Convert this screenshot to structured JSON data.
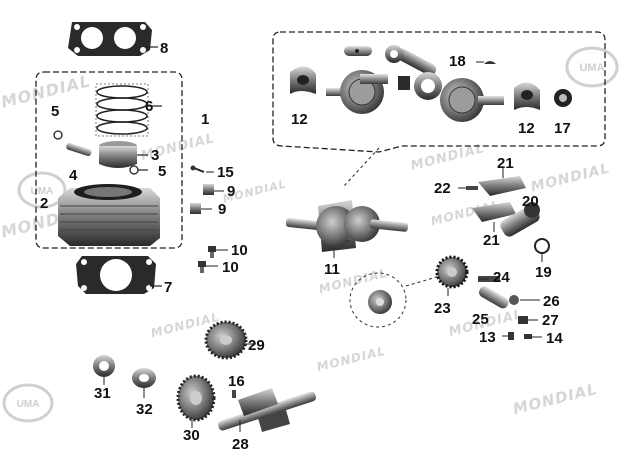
{
  "watermarks": {
    "brand": "MONDIAL",
    "logo_text": "UMA"
  },
  "callouts": {
    "c1": "1",
    "c2": "2",
    "c3": "3",
    "c4": "4",
    "c5a": "5",
    "c5b": "5",
    "c6": "6",
    "c7": "7",
    "c8": "8",
    "c9a": "9",
    "c9b": "9",
    "c10a": "10",
    "c10b": "10",
    "c11": "11",
    "c12a": "12",
    "c12b": "12",
    "c13": "13",
    "c14": "14",
    "c15": "15",
    "c16": "16",
    "c17": "17",
    "c18": "18",
    "c19": "19",
    "c20": "20",
    "c21a": "21",
    "c21b": "21",
    "c22": "22",
    "c23": "23",
    "c24": "24",
    "c25": "25",
    "c26": "26",
    "c27": "27",
    "c28": "28",
    "c29": "29",
    "c30": "30",
    "c31": "31",
    "c32": "32"
  },
  "colors": {
    "part_dark": "#2b2b2b",
    "part_mid": "#6f6f6f",
    "part_light": "#b9b9b9",
    "line": "#222222",
    "watermark": "#d6d6d6"
  }
}
